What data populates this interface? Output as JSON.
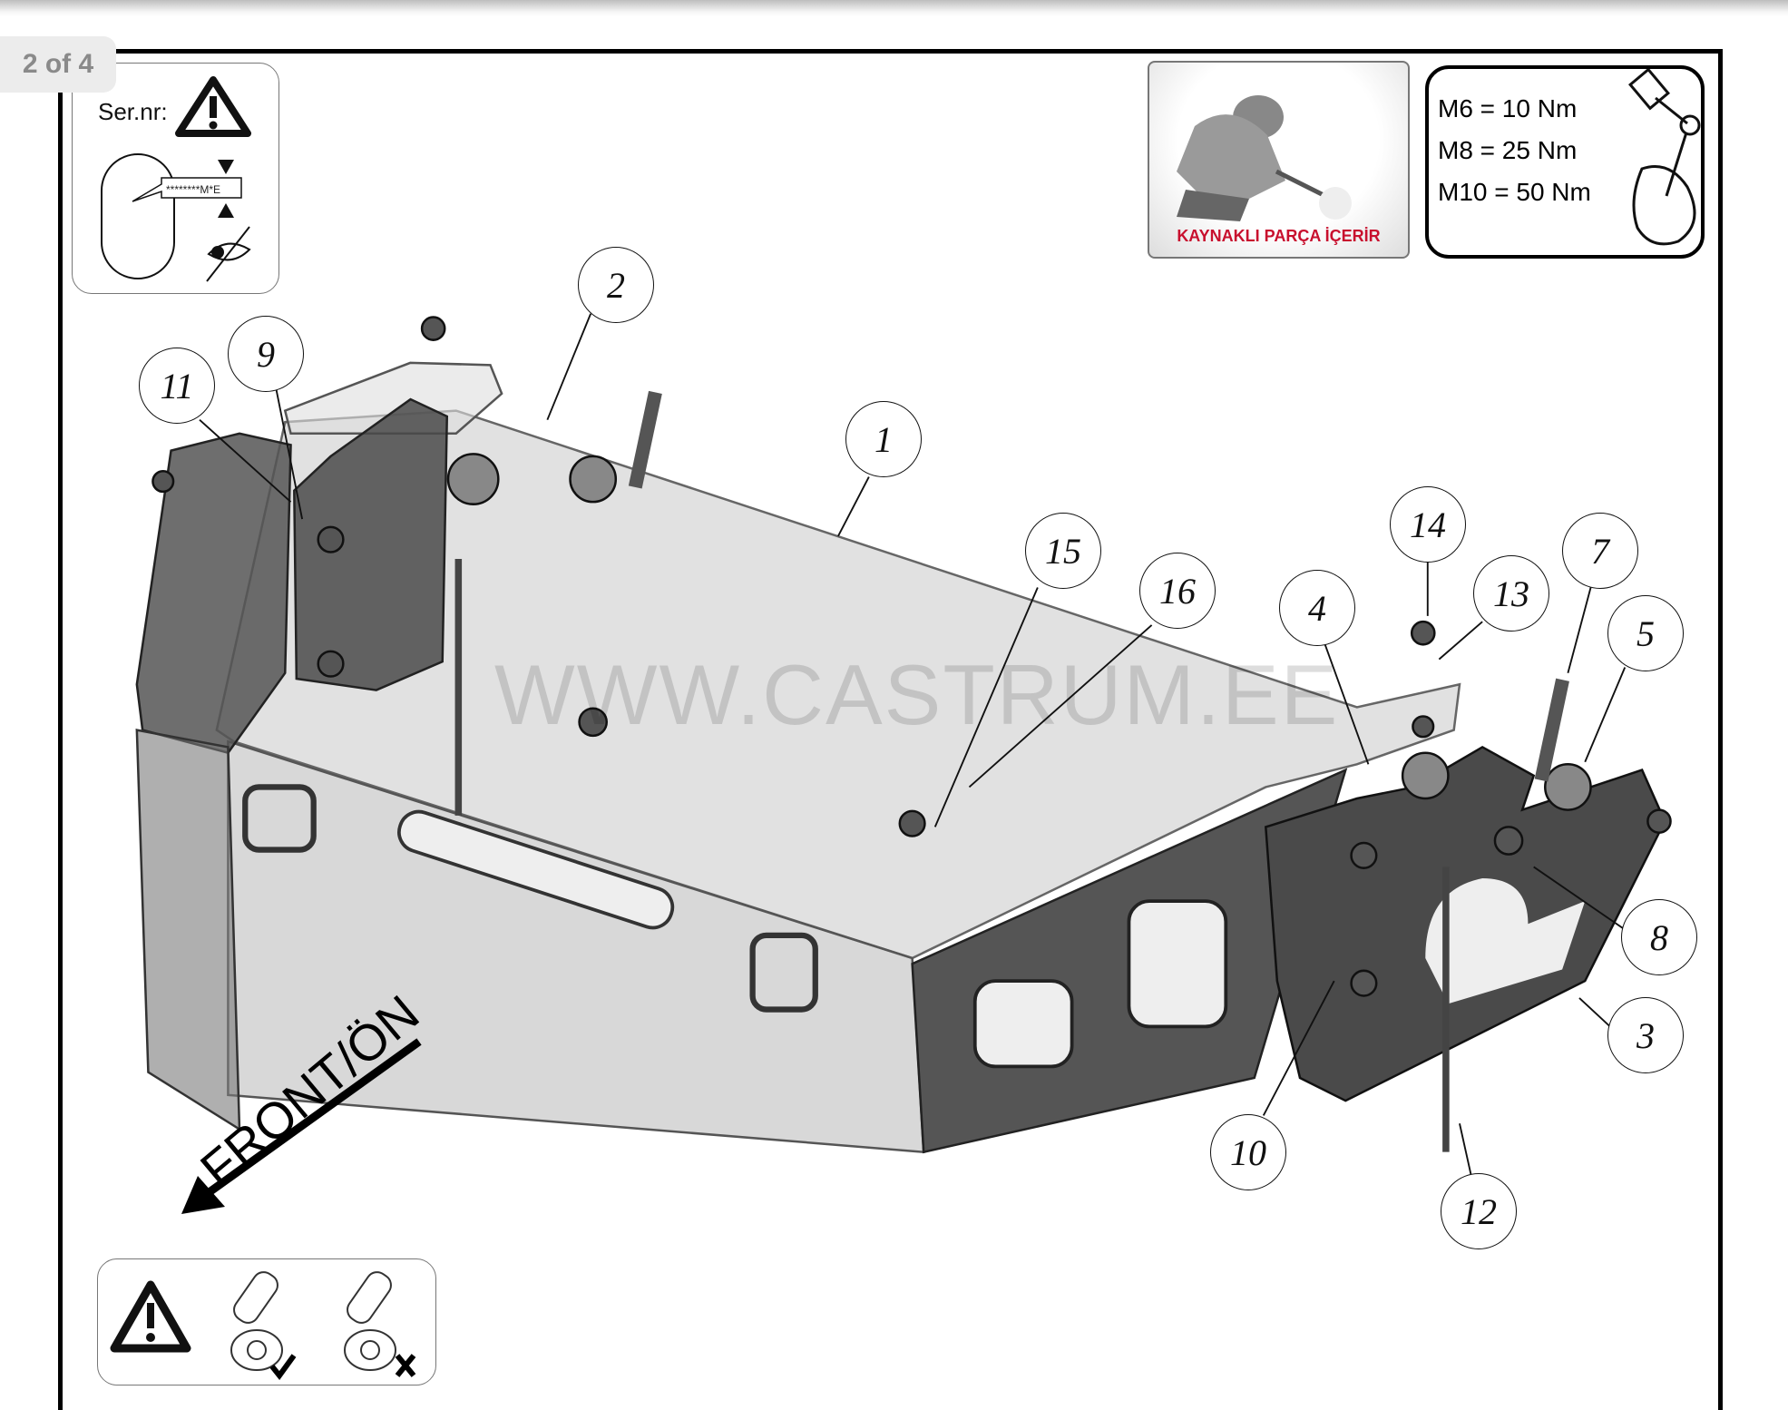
{
  "viewer": {
    "page_indicator": "2 of 4"
  },
  "serial_box": {
    "label": "Ser.nr:",
    "code": "********M*E",
    "icons": [
      "warning-icon",
      "eye-icon"
    ]
  },
  "weld_notice": {
    "text": "KAYNAKLI PARÇA İÇERİR",
    "color": "#c8102e"
  },
  "torque": {
    "lines": [
      "M6 = 10 Nm",
      "M8 = 25 Nm",
      "M10 = 50 Nm"
    ]
  },
  "watermark": "WWW.CASTRUM.EE",
  "direction": {
    "label": "FRONT/ÖN"
  },
  "callouts": [
    "1",
    "2",
    "3",
    "4",
    "5",
    "7",
    "8",
    "9",
    "10",
    "11",
    "12",
    "13",
    "14",
    "15",
    "16"
  ],
  "bottom_warning": {
    "icons": [
      "warning-icon",
      "clip-correct-icon",
      "clip-wrong-icon"
    ]
  }
}
